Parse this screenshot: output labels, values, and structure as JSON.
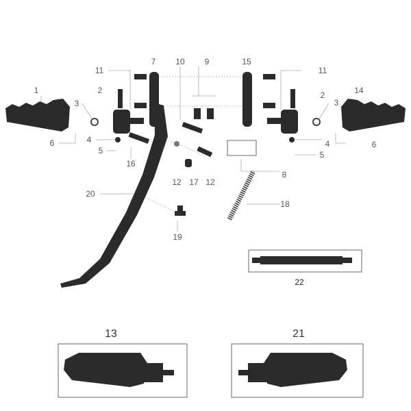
{
  "callouts": {
    "l1": "1",
    "l2": "2",
    "l3": "3",
    "l4": "4",
    "l5": "5",
    "l6": "6",
    "l7": "7",
    "l8": "8",
    "l9": "9",
    "l10": "10",
    "l11": "11",
    "l12a": "12",
    "l12b": "12",
    "l13": "13",
    "l14": "14",
    "l15": "15",
    "l16": "16",
    "l17": "17",
    "l18": "18",
    "l19": "19",
    "l20": "20",
    "l21": "21",
    "l22": "22",
    "r11": "11",
    "r2": "2",
    "r3": "3",
    "r4": "4",
    "r5": "5",
    "r6": "6"
  },
  "colors": {
    "part": "#2b2b2b",
    "leader": "#999999",
    "box": "#666666"
  }
}
